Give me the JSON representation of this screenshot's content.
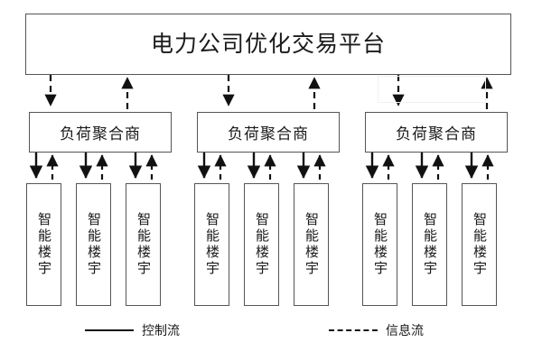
{
  "diagram": {
    "title_box": {
      "label": "电力公司优化交易平台",
      "name": "power-company-optimized-trading-platform"
    },
    "aggregators": [
      {
        "label": "负荷聚合商"
      },
      {
        "label": "负荷聚合商"
      },
      {
        "label": "负荷聚合商"
      }
    ],
    "buildings": [
      {
        "label": "智能楼宇"
      },
      {
        "label": "智能楼宇"
      },
      {
        "label": "智能楼宇"
      },
      {
        "label": "智能楼宇"
      },
      {
        "label": "智能楼宇"
      },
      {
        "label": "智能楼宇"
      },
      {
        "label": "智能楼宇"
      },
      {
        "label": "智能楼宇"
      },
      {
        "label": "智能楼宇"
      }
    ],
    "legend": {
      "control": {
        "label": "控制流",
        "style": "solid",
        "color": "#111111"
      },
      "information": {
        "label": "信息流",
        "style": "dashed",
        "color": "#111111"
      }
    },
    "colors": {
      "box_border": "#555555",
      "arrow": "#111111",
      "background": "#ffffff",
      "text": "#1a1a1a"
    }
  }
}
